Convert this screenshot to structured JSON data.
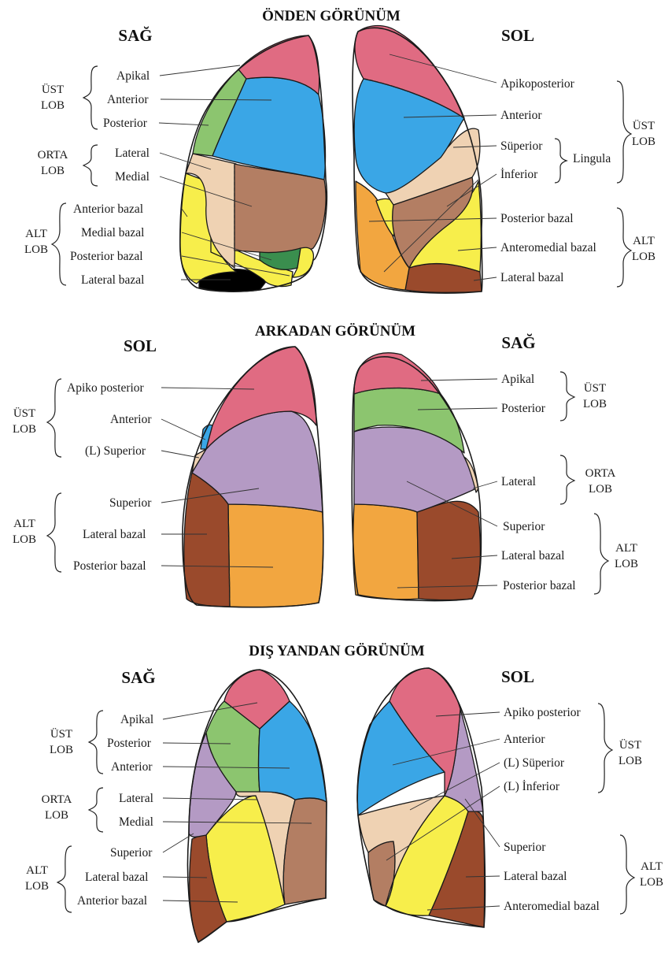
{
  "colors": {
    "pink": "#e06b82",
    "green": "#8cc56f",
    "blue": "#3aa6e6",
    "peach": "#efd2b3",
    "brown_light": "#b37e63",
    "brown_dark": "#9a4a2c",
    "yellow": "#f7ee4b",
    "orange": "#f2a640",
    "purple": "#b49ac4",
    "dark_green": "#3a8e4e"
  },
  "sections": {
    "front": {
      "title": "ÖNDEN GÖRÜNÜM",
      "left_side": "SAĞ",
      "right_side": "SOL",
      "left_labels": [
        "Apikal",
        "Anterior",
        "Posterior",
        "Lateral",
        "Medial",
        "Anterior bazal",
        "Medial bazal",
        "Posterior bazal",
        "Lateral bazal"
      ],
      "left_groups": [
        "ÜST",
        "LOB",
        "ORTA",
        "LOB",
        "ALT",
        "LOB"
      ],
      "right_labels": [
        "Apikoposterior",
        "Anterior",
        "Süperior",
        "İnferior",
        "Posterior bazal",
        "Anteromedial bazal",
        "Lateral bazal"
      ],
      "lingula": "Lingula",
      "right_groups": [
        "ÜST",
        "LOB",
        "ALT",
        "LOB"
      ]
    },
    "back": {
      "title": "ARKADAN GÖRÜNÜM",
      "left_side": "SOL",
      "right_side": "SAĞ",
      "left_labels": [
        "Apiko posterior",
        "Anterior",
        "(L) Superior",
        "Superior",
        "Lateral bazal",
        "Posterior bazal"
      ],
      "left_groups": [
        "ÜST",
        "LOB",
        "ALT",
        "LOB"
      ],
      "right_labels": [
        "Apikal",
        "Posterior",
        "Lateral",
        "Superior",
        "Lateral bazal",
        "Posterior bazal"
      ],
      "right_groups": [
        "ÜST",
        "LOB",
        "ORTA",
        "LOB",
        "ALT",
        "LOB"
      ]
    },
    "lateral": {
      "title": "DIŞ YANDAN GÖRÜNÜM",
      "left_side": "SAĞ",
      "right_side": "SOL",
      "left_labels": [
        "Apikal",
        "Posterior",
        "Anterior",
        "Lateral",
        "Medial",
        "Superior",
        "Lateral bazal",
        "Anterior bazal"
      ],
      "left_groups": [
        "ÜST",
        "LOB",
        "ORTA",
        "LOB",
        "ALT",
        "LOB"
      ],
      "right_labels": [
        "Apiko posterior",
        "Anterior",
        "(L) Süperior",
        "(L) İnferior",
        "Superior",
        "Lateral bazal",
        "Anteromedial bazal"
      ],
      "right_groups": [
        "ÜST",
        "LOB",
        "ALT",
        "LOB"
      ]
    }
  }
}
